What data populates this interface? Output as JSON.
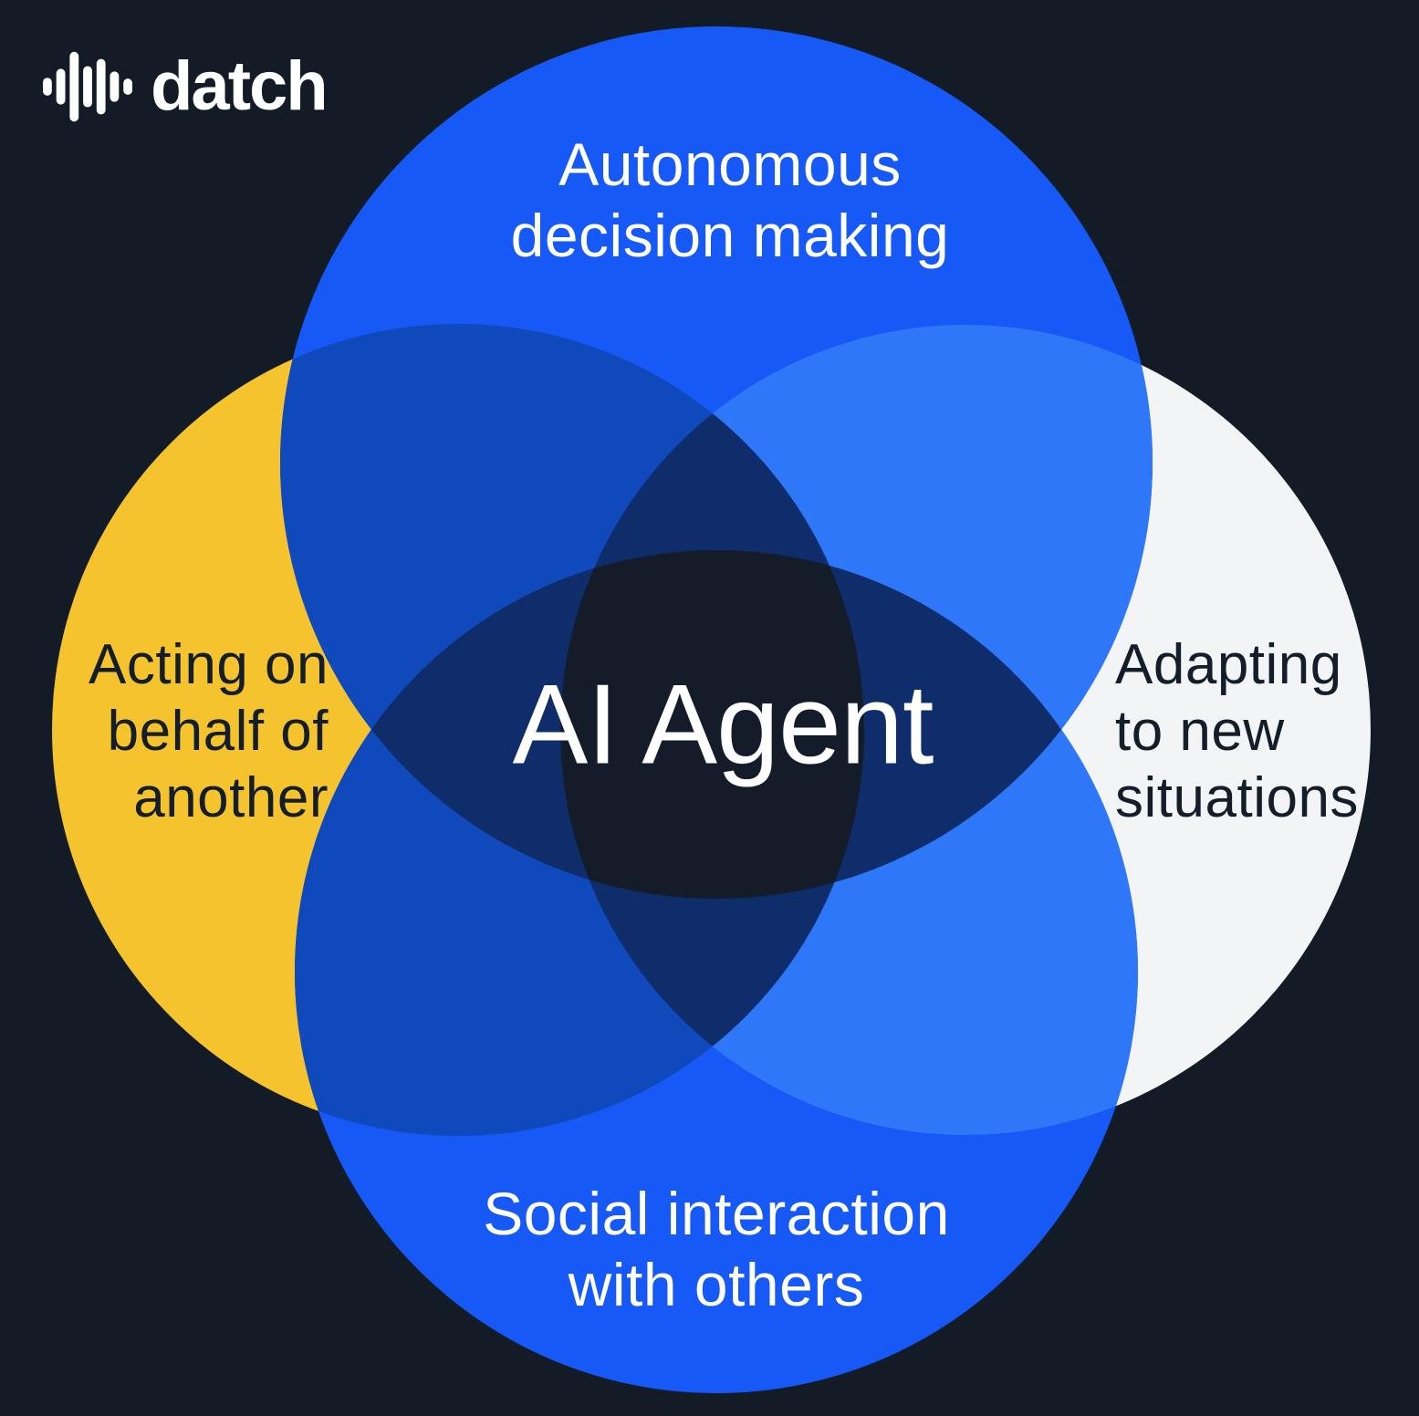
{
  "background_color": "#131B26",
  "brand": {
    "logo_text": "datch",
    "logo_color": "#FFFFFF",
    "logo_icon": "waveform-icon"
  },
  "diagram": {
    "type": "venn-4-circles",
    "center": {
      "label": "AI Agent",
      "fill": "#141C2A",
      "text_color": "#FFFFFF"
    },
    "circles": {
      "top": {
        "label_lines": [
          "Autonomous",
          "decision making"
        ],
        "fill": "#1659F6",
        "text_color": "#FFFFFF"
      },
      "left": {
        "label_lines": [
          "Acting on",
          "behalf of",
          "another"
        ],
        "fill": "#F5C32E",
        "text_color": "#141D2A"
      },
      "right": {
        "label_lines": [
          "Adapting",
          "to new",
          "situations"
        ],
        "fill": "#F2F4F5",
        "text_color": "#141D2A"
      },
      "bottom": {
        "label_lines": [
          "Social interaction",
          "with others"
        ],
        "fill": "#1659F6",
        "text_color": "#FFFFFF"
      }
    },
    "overlap_colors": {
      "blue_over_yellow": "#1049BC",
      "blue_over_white": "#2E77F8",
      "triple_overlap": "#0F2D6B"
    }
  }
}
